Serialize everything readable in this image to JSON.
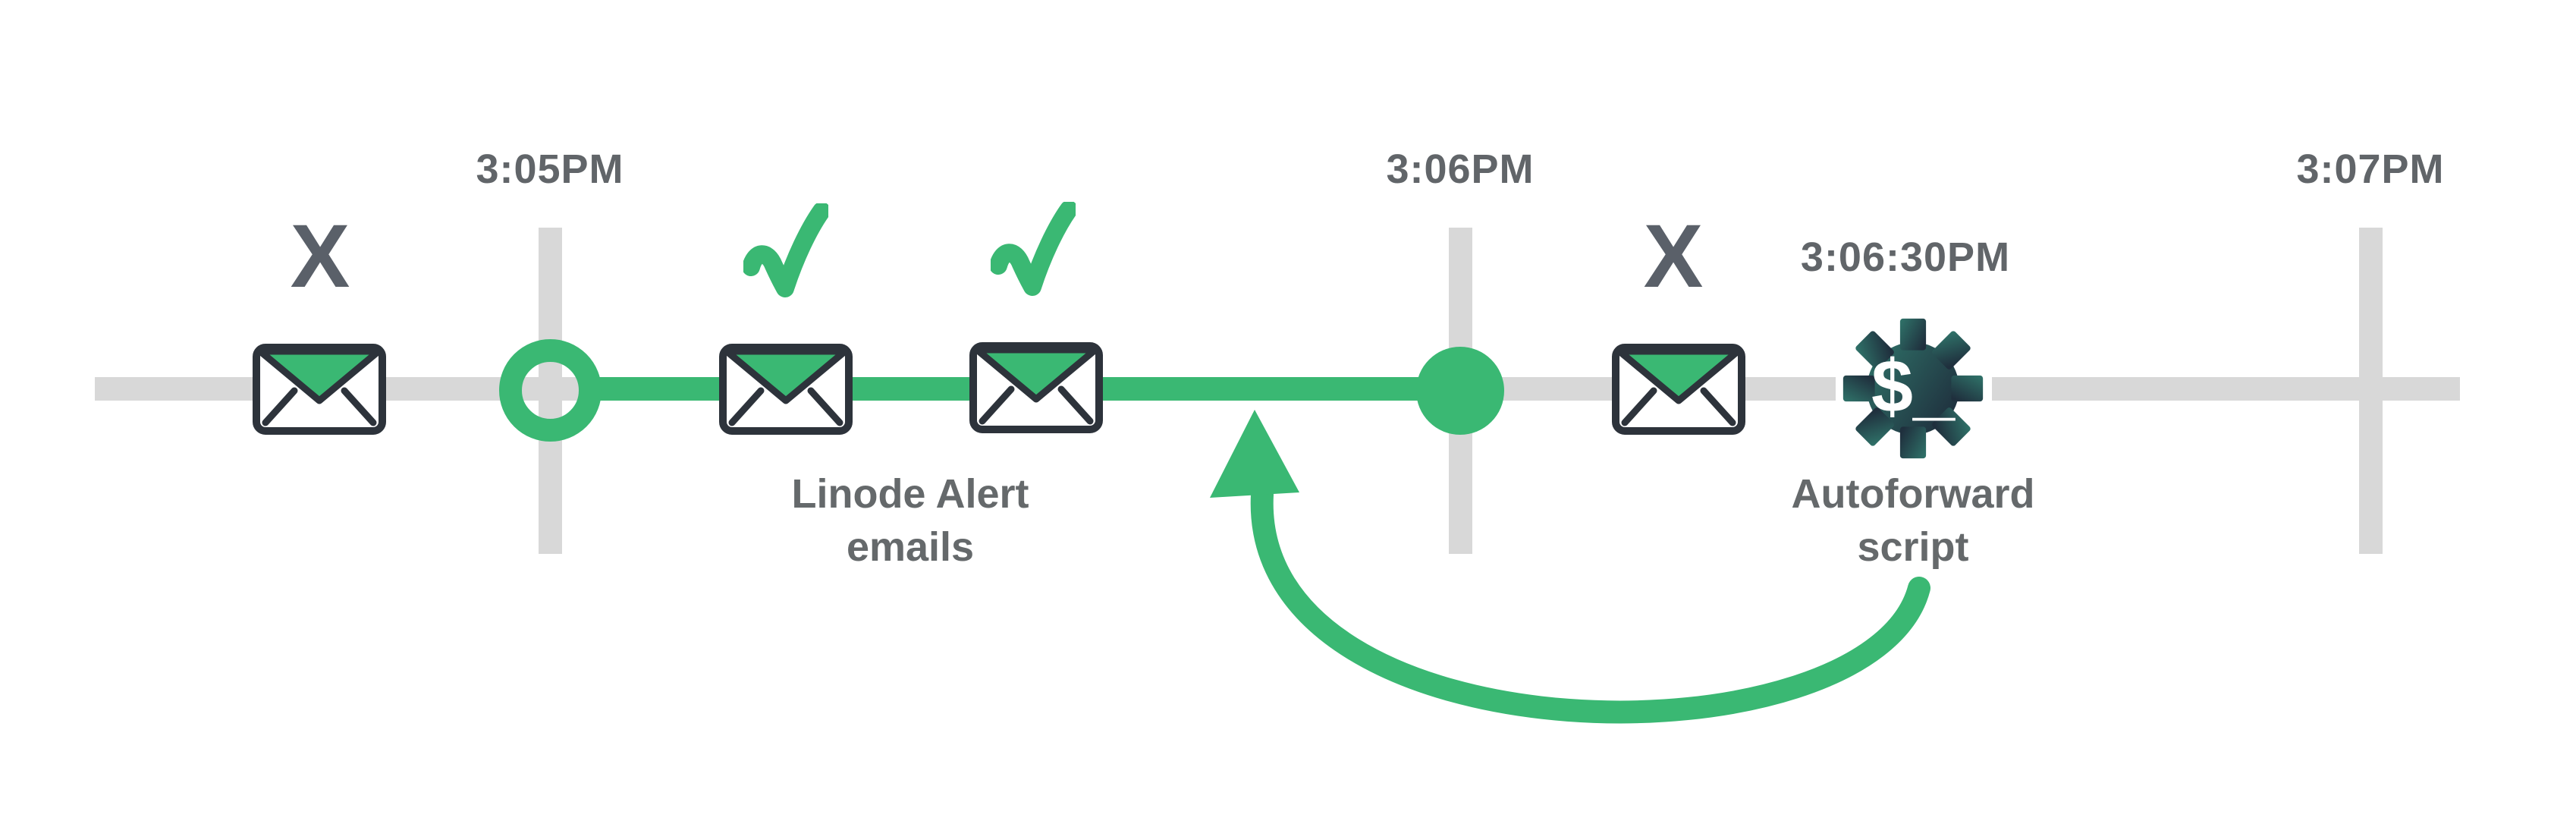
{
  "diagram": {
    "type": "timeline-infographic",
    "background": "#ffffff"
  },
  "colors": {
    "accent_green": "#3ab873",
    "track_gray": "#d8d8d8",
    "text_gray": "#616569",
    "x_mark_gray": "#5a6069",
    "envelope_outline": "#2d333b",
    "gear_gradient_start": "#2f7168",
    "gear_gradient_end": "#1f2f3d",
    "icon_inner_white": "#ffffff"
  },
  "timeline": {
    "timestamps": [
      {
        "label": "3:05PM"
      },
      {
        "label": "3:06PM"
      },
      {
        "label": "3:07PM"
      }
    ]
  },
  "event_time": {
    "label": "3:06:30PM"
  },
  "markers": {
    "blocked": "X"
  },
  "labels": {
    "alert": {
      "line1": "Linode Alert",
      "line2": "emails"
    },
    "autoforward": {
      "line1": "Autoforward",
      "line2": "script"
    }
  },
  "gear": {
    "prompt": "$_"
  },
  "icons": {
    "envelope-icon": "white envelope with green flap and dark outline (4 instances)",
    "checkmark-icon": "hand-drawn green check above delivered emails (2 instances)",
    "x-mark": "gray X above blocked emails (2 instances)",
    "gear-icon": "teal gradient gear with white shell prompt $_",
    "open-circle-marker": "green ring on timeline at 3:05PM",
    "filled-circle-marker": "solid green dot on timeline at 3:06PM",
    "curved-arrow-icon": "green arrow looping from Autoforward script back up to timeline"
  }
}
